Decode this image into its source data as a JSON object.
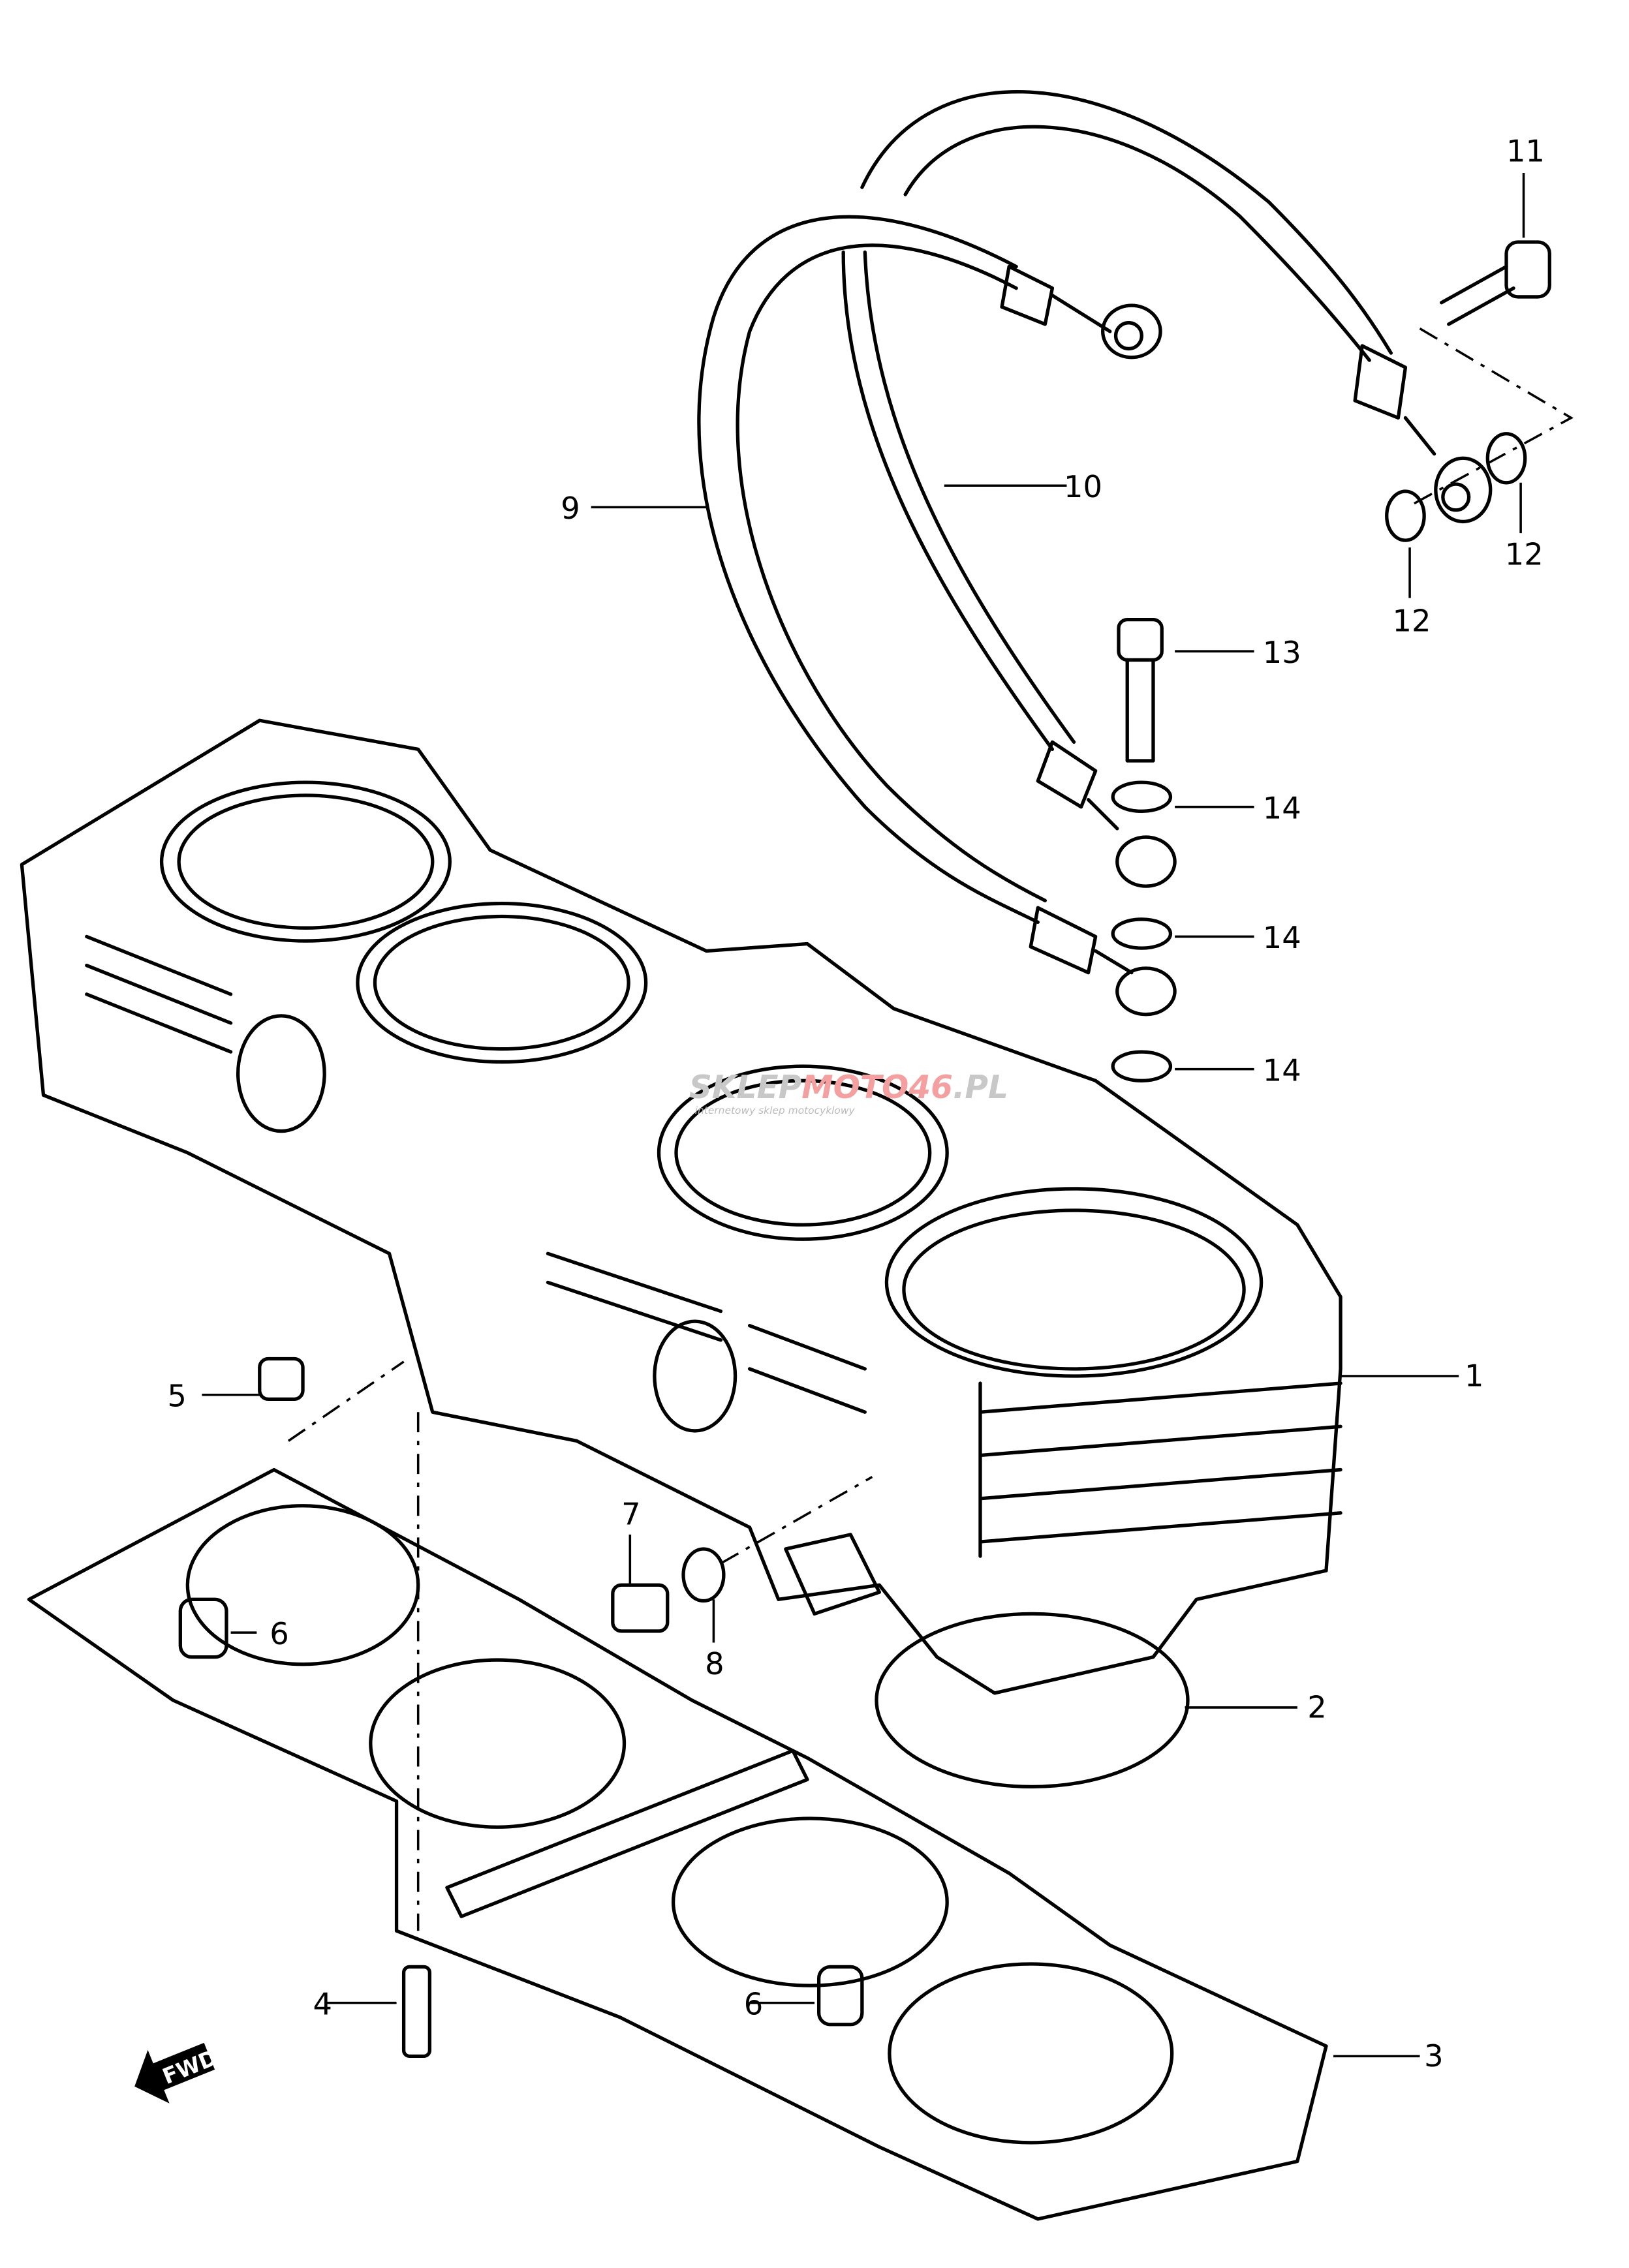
{
  "callouts": [
    "1",
    "2",
    "3",
    "4",
    "5",
    "6",
    "6",
    "7",
    "8",
    "9",
    "10",
    "11",
    "12",
    "12",
    "13",
    "14",
    "14",
    "14"
  ],
  "fwd_label": "FWD",
  "watermark": {
    "brand_gray": "SKLEP",
    "brand_red": "MOTO",
    "brand_num": "46",
    "brand_tld": ".PL",
    "tagline": "internetowy sklep motocyklowy",
    "gray": "#c8c8c8",
    "red": "#f4a0a0"
  }
}
